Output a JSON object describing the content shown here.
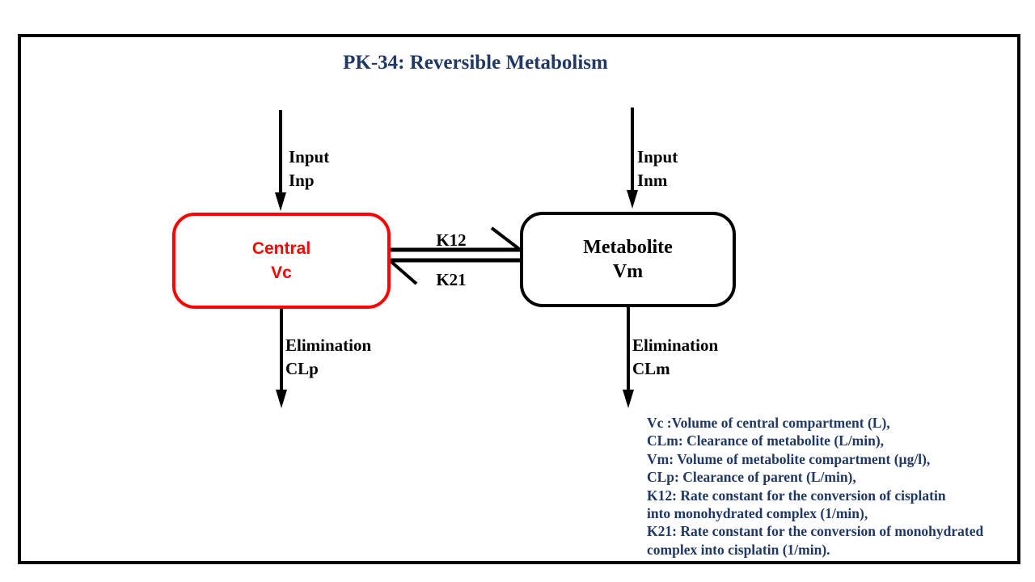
{
  "title": "PK-34: Reversible Metabolism",
  "colors": {
    "navy": "#1F3864",
    "red": "#FF0000",
    "black": "#000000"
  },
  "compartments": {
    "central": {
      "name": "Central",
      "volume": "Vc"
    },
    "metabolite": {
      "name": "Metabolite",
      "volume": "Vm"
    }
  },
  "flows": {
    "input_parent": {
      "line1": "Input",
      "line2": "Inp"
    },
    "input_metabolite": {
      "line1": "Input",
      "line2": "Inm"
    },
    "k12": "K12",
    "k21": "K21",
    "elimination_parent": {
      "line1": "Elimination",
      "line2": "CLp"
    },
    "elimination_metabolite": {
      "line1": "Elimination",
      "line2": "CLm"
    }
  },
  "legend": {
    "lines": [
      "Vc :Volume of central compartment (L),",
      "CLm: Clearance of metabolite (L/min),",
      "Vm: Volume of metabolite compartment (µg/l),",
      "CLp: Clearance of parent (L/min),",
      "K12: Rate constant for the conversion of cisplatin",
      "into monohydrated complex (1/min),",
      "K21: Rate constant for the conversion of monohydrated",
      "complex into cisplatin (1/min)."
    ]
  }
}
